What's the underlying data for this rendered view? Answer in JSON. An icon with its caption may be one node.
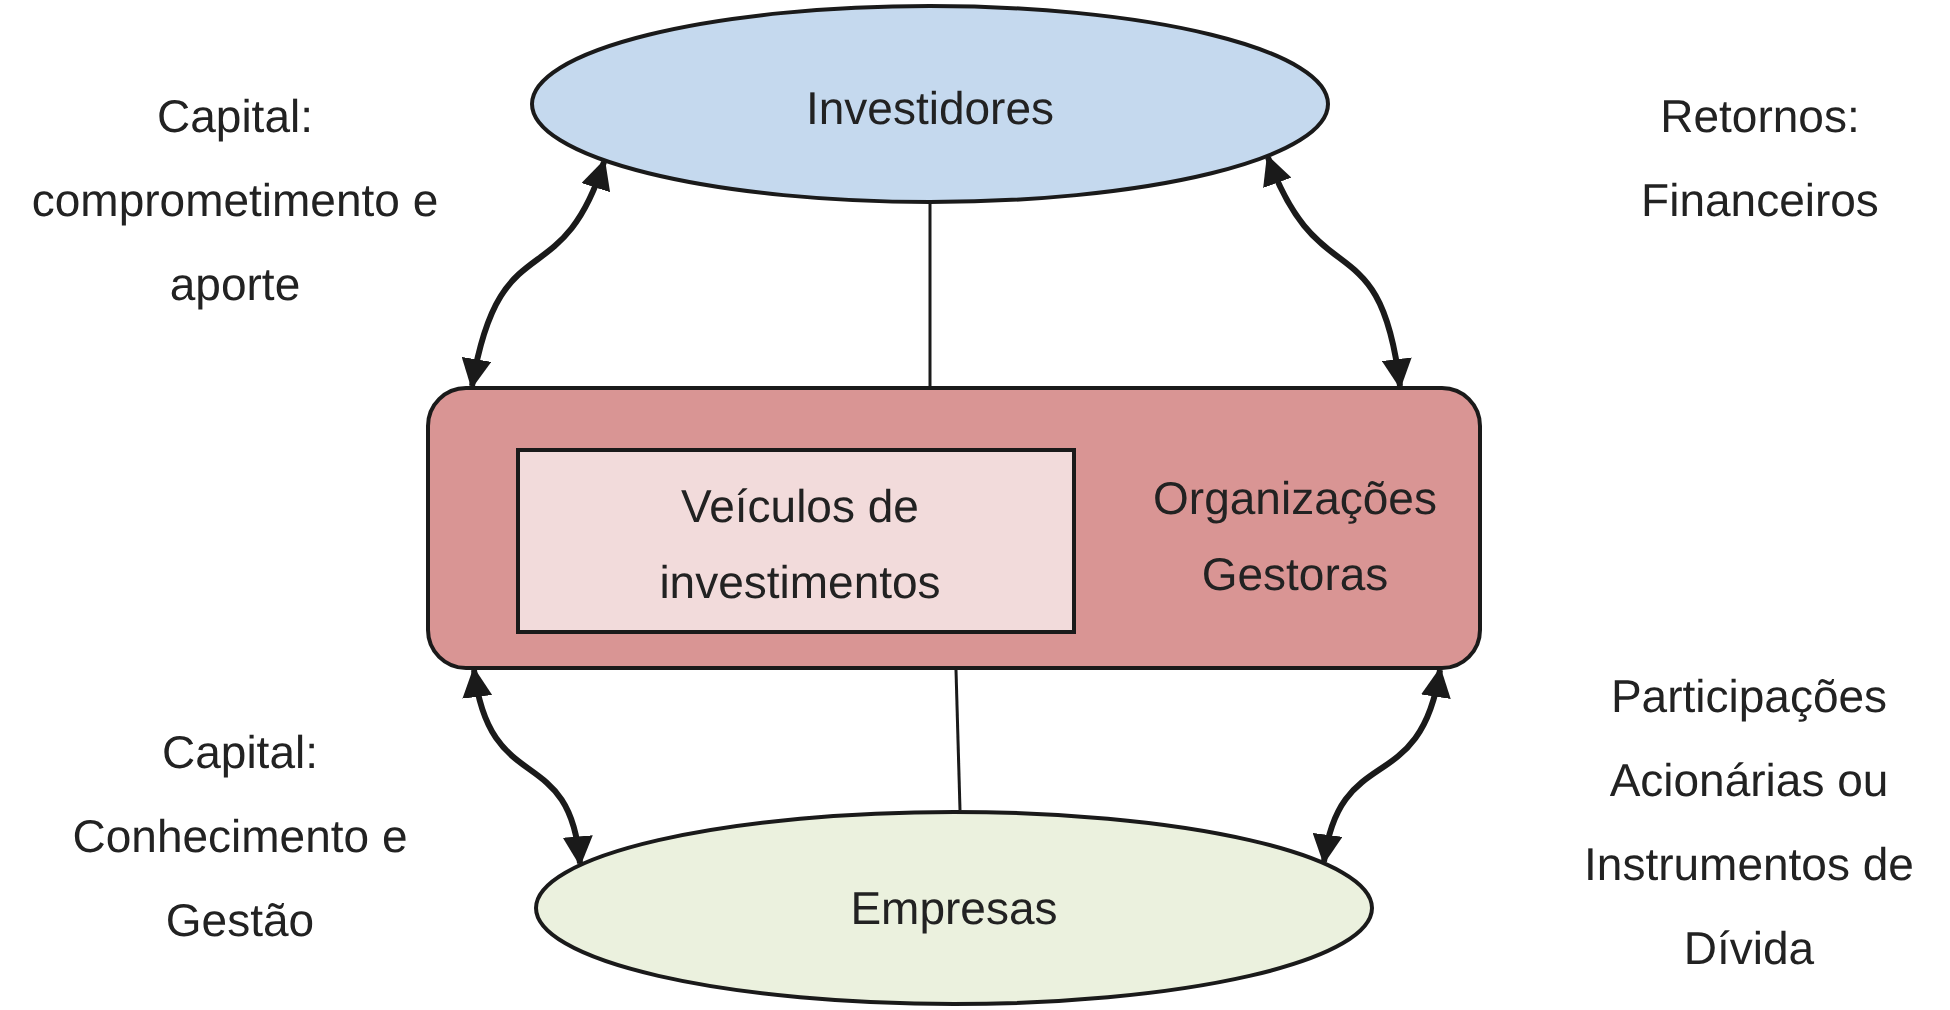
{
  "diagram": {
    "nodes": [
      {
        "text": [
          "Investidores"
        ]
      },
      {
        "text": [
          "Organizações Gestoras"
        ]
      },
      {
        "text": [
          "Veículos de investimentos"
        ],
        "in": 1
      },
      {
        "text": [
          "Empresas"
        ]
      }
    ],
    "edges": [
      {
        "from": 0,
        "to": 1,
        "arrow": "none"
      },
      {
        "from": 1,
        "to": 3,
        "arrow": "none"
      },
      {
        "from": 0,
        "to": 1,
        "arrow": "both"
      },
      {
        "from": 0,
        "to": 1,
        "arrow": "both"
      },
      {
        "from": 1,
        "to": 3,
        "arrow": "both"
      },
      {
        "from": 1,
        "to": 3,
        "arrow": "both"
      }
    ],
    "labels": [
      "Capital: comprometimento e aporte",
      "Retornos: Financeiros",
      "Capital: Conhecimento e Gestão",
      "Participações Acionárias ou Instrumentos de Dívida"
    ]
  }
}
